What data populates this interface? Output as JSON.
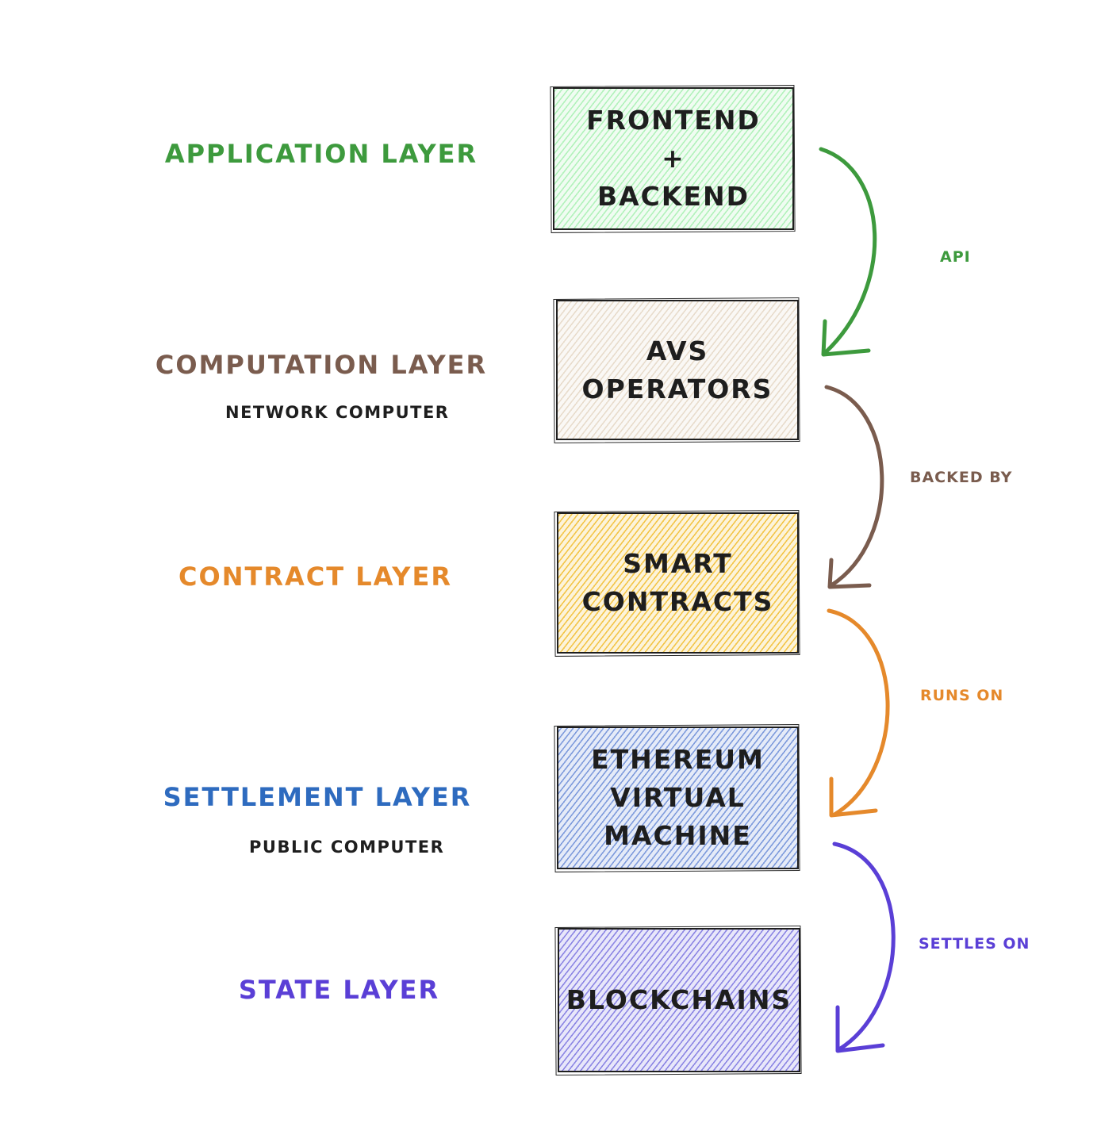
{
  "layers": [
    {
      "label": "APPLICATION LAYER",
      "color": "#3d9a3d"
    },
    {
      "label": "COMPUTATION LAYER",
      "sub": "NETWORK COMPUTER",
      "color": "#7a5c4e"
    },
    {
      "label": "CONTRACT LAYER",
      "color": "#e5892b"
    },
    {
      "label": "SETTLEMENT LAYER",
      "sub": "PUBLIC COMPUTER",
      "color": "#2e6bbf"
    },
    {
      "label": "STATE LAYER",
      "color": "#5a3fd6"
    }
  ],
  "boxes": [
    {
      "lines": [
        "FRONTEND",
        "+",
        "BACKEND"
      ],
      "fill": "#b2f2bb"
    },
    {
      "lines": [
        "AVS",
        "OPERATORS"
      ],
      "fill": "#e8dccc"
    },
    {
      "lines": [
        "SMART",
        "CONTRACTS"
      ],
      "fill": "#f3c548"
    },
    {
      "lines": [
        "ETHEREUM",
        "VIRTUAL",
        "MACHINE"
      ],
      "fill": "#7e9bdc"
    },
    {
      "lines": [
        "BLOCKCHAINS"
      ],
      "fill": "#8c86e4"
    }
  ],
  "edges": [
    {
      "label": "API",
      "color": "#3d9a3d"
    },
    {
      "label": "BACKED BY",
      "color": "#7a5c4e"
    },
    {
      "label": "RUNS ON",
      "color": "#e5892b"
    },
    {
      "label": "SETTLES ON",
      "color": "#5a3fd6"
    }
  ]
}
